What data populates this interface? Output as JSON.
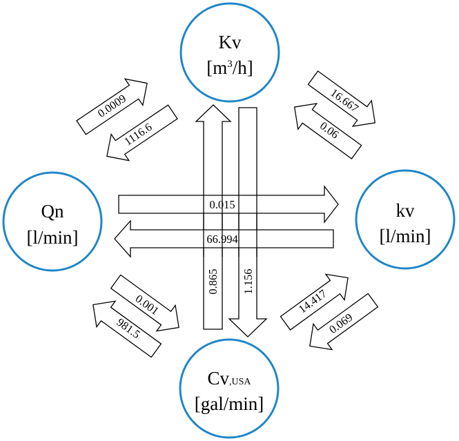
{
  "nodes": {
    "kv_m3h": {
      "name": "Kv",
      "unit_pre": "[m",
      "unit_sup": "3",
      "unit_post": "/h]"
    },
    "qn": {
      "name": "Qn",
      "unit": "[l/min]"
    },
    "kv_lmin": {
      "name": "kv",
      "unit": "[l/min]"
    },
    "cv": {
      "name": "Cv",
      "sub": ",USA",
      "unit": "[gal/min]"
    }
  },
  "factors": {
    "qn_to_kvm3h": "0.0009",
    "kvm3h_to_qn": "1116.6",
    "kvm3h_to_kvlmin": "16.667",
    "kvlmin_to_kvm3h": "0.06",
    "qn_to_kvlmin": "0.015",
    "kvlmin_to_qn": "66.994",
    "cv_to_kvm3h": "0.865",
    "kvm3h_to_cv": "1.156",
    "qn_to_cv": "0.001",
    "cv_to_qn": "981.5",
    "cv_to_kvlmin": "14.417",
    "kvlmin_to_cv": "0.069"
  },
  "colors": {
    "circle_stroke": "#1f86c8",
    "arrow_stroke": "#000000"
  }
}
